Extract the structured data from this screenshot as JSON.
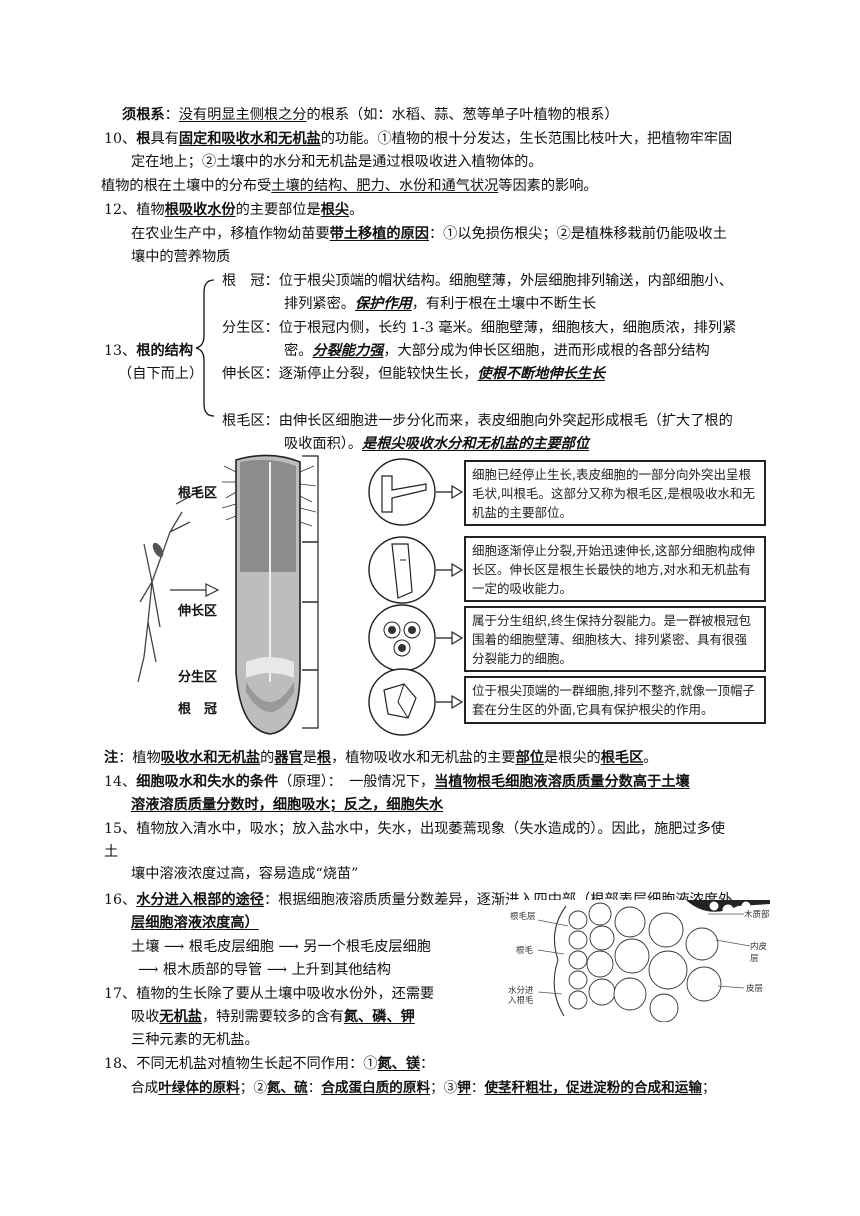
{
  "s1": {
    "term": "须根系",
    "colon": "：",
    "def": "没有明显主侧根之分",
    "rest": "的根系（如：水稻、蒜、葱等单子叶植物的根系）"
  },
  "s10": {
    "num": "10、",
    "k1": "根",
    "t1": "具有",
    "k2": "固定和吸收水和无机盐",
    "t2": "的功能。①植物的根十分发达，生长范围比枝叶大，把植物牢牢固",
    "line2": "定在地上；②土壤中的水分和无机盐是通过根吸收进入植物体的。"
  },
  "s11": {
    "t1": "植物的根在土壤中的分布受",
    "k": "土壤的结构、肥力、水份和通气状况",
    "t2": "等因素的影响。"
  },
  "s12": {
    "num": "12、",
    "t1": "植物",
    "k1": "根吸收水份",
    "t2": "的主要部位是",
    "k2": "根尖",
    "t3": "。",
    "l2a": "在农业生产中，移植作物幼苗要",
    "l2k": "带土移植的原因",
    "l2b": "：①以免损伤根尖；②是植株移栽前仍能吸收土",
    "line3": "壤中的营养物质"
  },
  "s13": {
    "num": "13、",
    "title": "根的结构",
    "sub": "（自下而上）",
    "parts": [
      {
        "name": "根　冠：",
        "l1": "位于根尖顶端的帽状结构。细胞壁薄，外层细胞排列输送，内部细胞小、",
        "l2a": "排列紧密。",
        "l2k": "保护作用",
        "l2b": "，有利于根在土壤中不断生长"
      },
      {
        "name": "分生区：",
        "l1": "位于根冠内侧，长约 1-3 毫米。细胞壁薄，细胞核大，细胞质浓，排列紧",
        "l2a": "密。",
        "l2k": "分裂能力强",
        "l2b": "，大部分成为伸长区细胞，进而形成根的各部分结构"
      },
      {
        "name": "伸长区：",
        "l1a": "逐渐停止分裂，但能较快生长，",
        "l1k": "使根不断地伸长生长"
      },
      {
        "name": "根毛区：",
        "l1": "由伸长区细胞进一步分化而来，表皮细胞向外突起形成根毛（扩大了根的",
        "l2a": "吸收面积）。",
        "l2k": "是根尖吸收水分和无机盐的主要部位"
      }
    ]
  },
  "figure": {
    "labels": [
      "根毛区",
      "伸长区",
      "分生区",
      "根　冠"
    ],
    "boxes": [
      "细胞已经停止生长,表皮细胞的一部分向外突出呈根毛状,叫根毛。这部分又称为根毛区,是根吸收水和无机盐的主要部位。",
      "细胞逐渐停止分裂,开始迅速伸长,这部分细胞构成伸长区。伸长区是根生长最快的地方,对水和无机盐有一定的吸收能力。",
      "属于分生组织,终生保持分裂能力。是一群被根冠包围着的细胞壁薄、细胞核大、排列紧密、具有很强分裂能力的细胞。",
      "位于根尖顶端的一群细胞,排列不整齐,就像一顶帽子套在分生区的外面,它具有保护根尖的作用。"
    ]
  },
  "note": {
    "k0": "注",
    "t0": "：植物",
    "k1": "吸收水和无机盐",
    "t1": "的",
    "k2": "器官",
    "t2": "是",
    "k3": "根",
    "t3": "，植物吸收水和无机盐的主要",
    "k4": "部位",
    "t4": "是根尖的",
    "k5": "根毛区",
    "t5": "。"
  },
  "s14": {
    "num": "14、",
    "k": "细胞吸水和失水的条件",
    "t1": "（原理）：　一般情况下，",
    "k2": "当植物根毛细胞液溶质质量分数高于土壤",
    "line2": "溶液溶质质量分数时，细胞吸水；反之，细胞失水"
  },
  "s15": {
    "num": "15、",
    "line1": "植物放入清水中，吸水；放入盐水中，失水，出现萎蔫现象（失水造成的）。因此，施肥过多使",
    "line2": "土",
    "line3": "壤中溶液浓度过高，容易造成“烧苗”"
  },
  "s16": {
    "num": "16、",
    "k": "水分进入根部的途径",
    "t1": "：根据细胞液溶质质量分数差异，逐渐进入四中部（根部表层细胞液浓度外",
    "line2": "层细胞溶液浓度高）",
    "flow1": [
      "土壤",
      "根毛皮层细胞",
      "另一个根毛皮层细胞"
    ],
    "flow2": [
      "根木质部的导管",
      "上升到其他结构"
    ]
  },
  "s17": {
    "num": "17、",
    "line1": "植物的生长除了要从土壤中吸收水份外，还需要",
    "l2a": "吸收",
    "l2k": "无机盐",
    "l2b": "，特别需要较多的含有",
    "l2k2": "氮、磷、钾",
    "line3": "三种元素的无机盐。"
  },
  "s18": {
    "num": "18、",
    "t1": "不同无机盐对植物生长起不同作用：①",
    "k1": "氮、镁",
    "t1b": "：",
    "l2a": "合成",
    "l2k1": "叶绿体的原料",
    "l2b": "；②",
    "l2k2": "氮、硫",
    "l2c": "：",
    "l2k3": "合成蛋白质的原料",
    "l2d": "；③",
    "l2k4": "钾",
    "l2e": "：",
    "l2k5": "使茎秆粗壮，促进淀粉的合成和运输",
    "l2f": "；"
  },
  "cross_labels": [
    "根毛层",
    "根毛",
    "水分进入根毛",
    "木质部",
    "内皮层",
    "皮层"
  ]
}
